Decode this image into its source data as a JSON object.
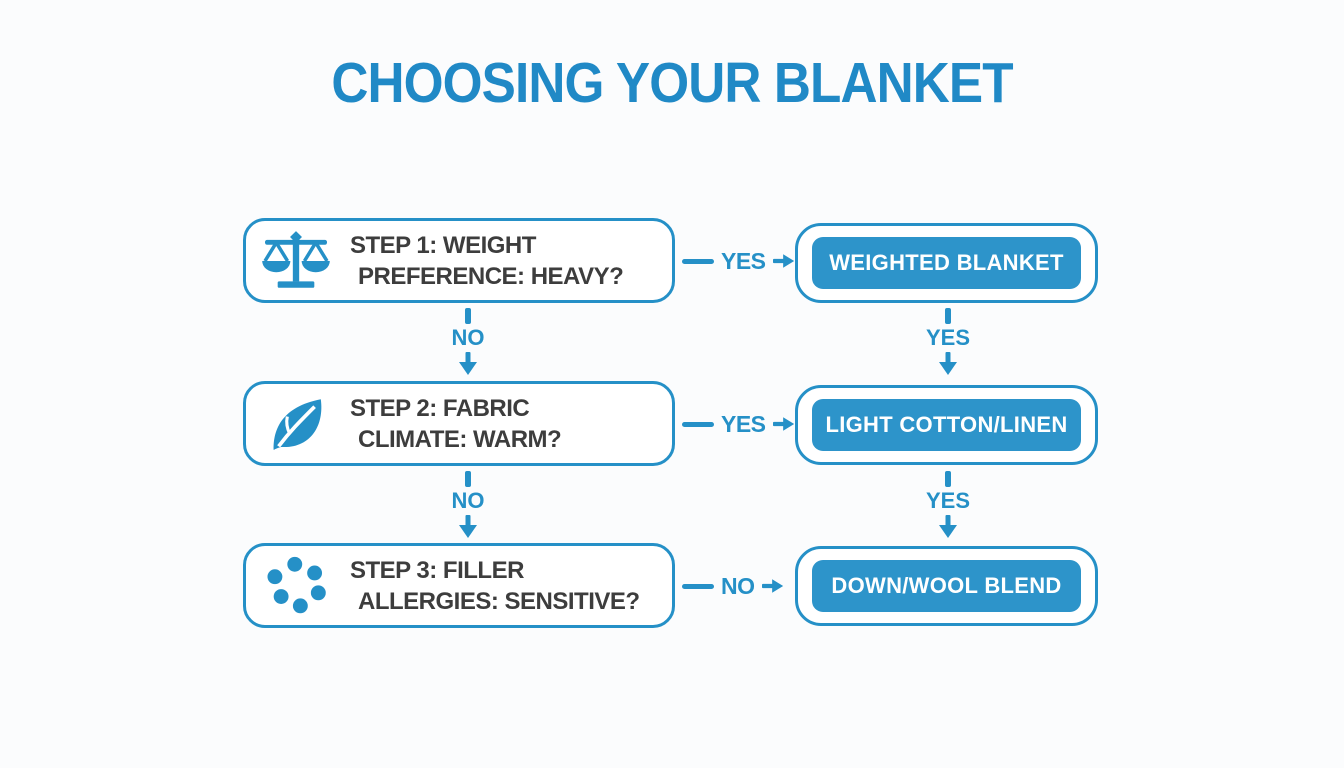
{
  "title": "CHOOSING YOUR BLANKET",
  "colors": {
    "accent_blue": "#2590c7",
    "title_blue": "#2089c6",
    "result_fill_blue": "#2d94ca",
    "question_text": "#3d3d3d",
    "background": "#fbfcfd"
  },
  "rows": [
    {
      "step": {
        "icon": "balance-scale-icon",
        "line1": "STEP 1: WEIGHT",
        "line2": "PREFERENCE: HEAVY?"
      },
      "branch": {
        "label": "YES"
      },
      "result": {
        "label": "WEIGHTED BLANKET"
      }
    },
    {
      "step": {
        "icon": "leaf-icon",
        "line1": "STEP 2: FABRIC",
        "line2": "CLIMATE: WARM?"
      },
      "branch": {
        "label": "YES"
      },
      "result": {
        "label": "LIGHT COTTON/LINEN"
      }
    },
    {
      "step": {
        "icon": "dots-icon",
        "line1": "STEP 3: FILLER",
        "line2": "ALLERGIES: SENSITIVE?"
      },
      "branch": {
        "label": "NO"
      },
      "result": {
        "label": "DOWN/WOOL BLEND"
      }
    }
  ],
  "down_connectors": {
    "left": [
      {
        "label": "NO"
      },
      {
        "label": "NO"
      }
    ],
    "right": [
      {
        "label": "YES"
      },
      {
        "label": "YES"
      }
    ]
  }
}
